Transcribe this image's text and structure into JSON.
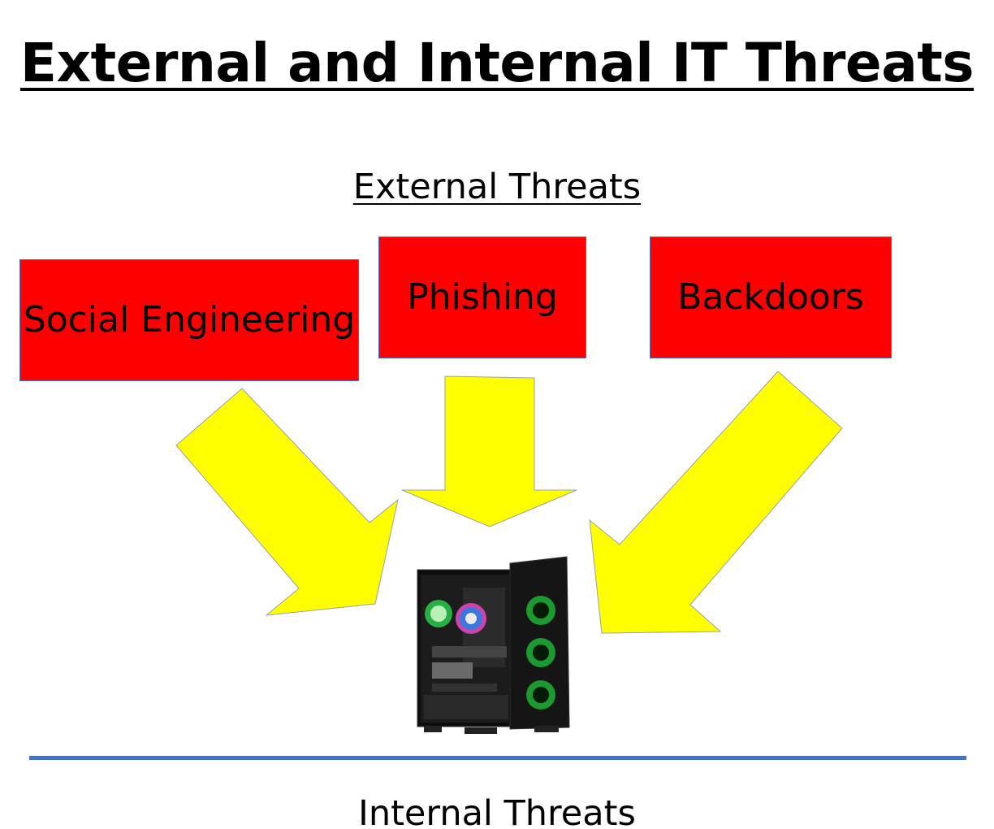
{
  "title": "External and Internal IT Threats",
  "external_label": "External Threats",
  "internal_label": "Internal Threats",
  "threats": [
    {
      "label": "Social Engineering"
    },
    {
      "label": "Phishing"
    },
    {
      "label": "Backdoors"
    }
  ],
  "colors": {
    "box_fill": "#ff0000",
    "box_border": "#4472c4",
    "arrow_fill": "#ffff00",
    "divider": "#4472c4"
  },
  "icons": {
    "target": "desktop-computer-icon"
  }
}
